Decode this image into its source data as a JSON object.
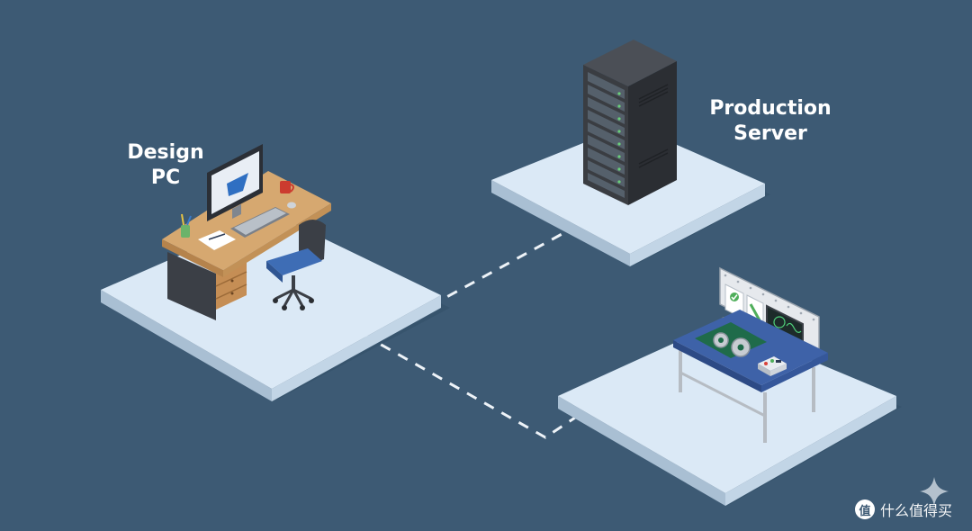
{
  "nodes": {
    "design_pc": {
      "label_line1": "Design",
      "label_line2": "PC"
    },
    "production_server": {
      "label_line1": "Production",
      "label_line2": "Server"
    },
    "test_bench": {}
  },
  "watermark": {
    "logo": "值",
    "text": "什么值得买"
  },
  "colors": {
    "background": "#3d5a74",
    "platform_top": "#dbe9f6",
    "platform_side": "#b4c9dc",
    "connector": "#f4f7fb",
    "server": "#3a3d42",
    "desk_wood": "#cfa06a",
    "bench_top": "#3e62a8"
  }
}
